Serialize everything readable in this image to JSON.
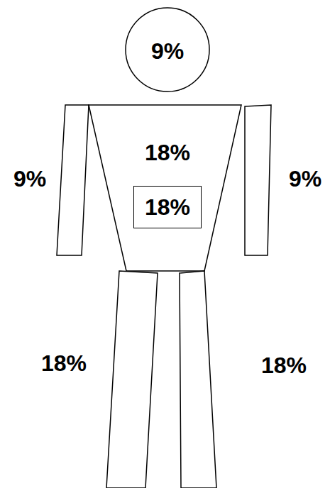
{
  "diagram": {
    "nodes": [
      {
        "text": [
          "9%"
        ]
      },
      {
        "text": [
          "9%"
        ]
      },
      {
        "text": [
          "18%"
        ]
      },
      {
        "text": [
          "18%"
        ],
        "in": 2
      },
      {
        "text": [
          "9%"
        ]
      },
      {
        "text": [
          "18%"
        ]
      },
      {
        "text": [
          "18%"
        ]
      }
    ]
  }
}
